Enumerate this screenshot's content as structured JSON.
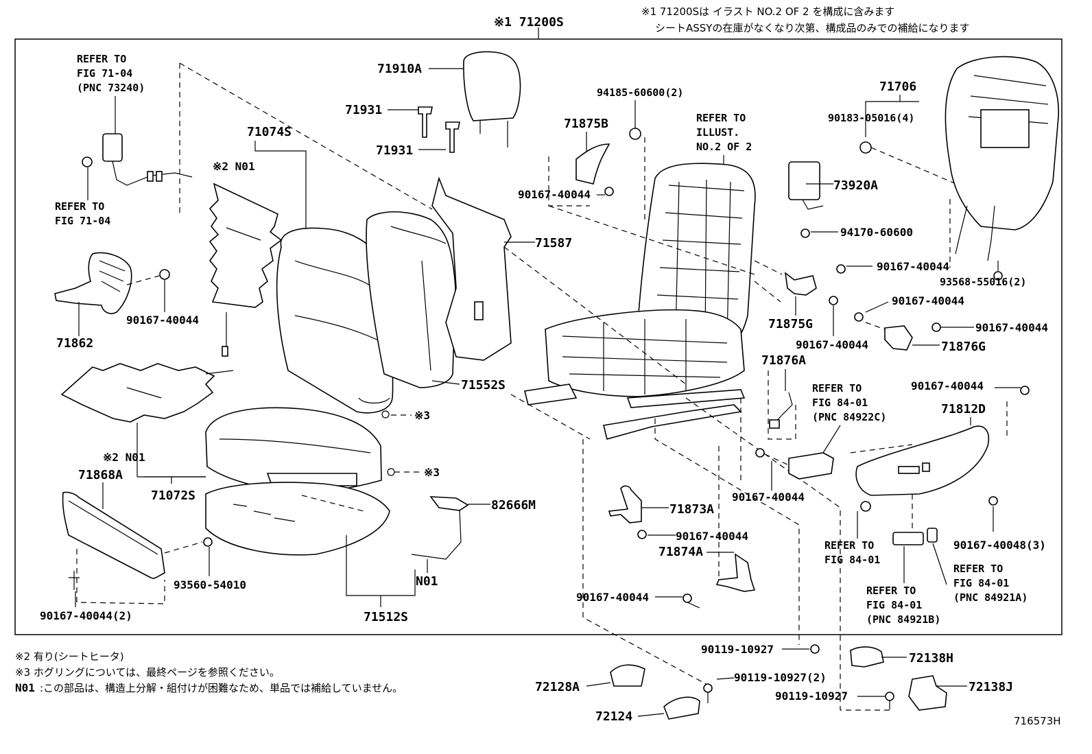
{
  "header": {
    "main_assy": "※1 71200S",
    "note1_line1": "※1 71200Sは  イラスト  NO.2  OF  2  を構成に含みます",
    "note1_line2": "シートASSYの在庫がなくなり次第、構成品のみでの補給になります"
  },
  "refs": {
    "fig7104_top": [
      "REFER TO",
      "FIG 71-04",
      "(PNC 73240)"
    ],
    "fig7104_left": [
      "REFER TO",
      "FIG 71-04"
    ],
    "illust2": [
      "REFER TO",
      "ILLUST.",
      "NO.2 OF 2"
    ],
    "fig8401_pnc84922c": [
      "REFER TO",
      "FIG 84-01",
      "(PNC 84922C)"
    ],
    "fig8401_plain": [
      "REFER TO",
      "FIG 84-01"
    ],
    "fig8401_pnc84921b": [
      "REFER TO",
      "FIG 84-01",
      "(PNC 84921B)"
    ],
    "fig8401_pnc84921a": [
      "REFER TO",
      "FIG 84-01",
      "(PNC 84921A)"
    ]
  },
  "parts": {
    "p71910A": "71910A",
    "p71931a": "71931",
    "p71931b": "71931",
    "p71074S": "71074S",
    "pN01a": "※2 N01",
    "p71587": "71587",
    "p71552S": "71552S",
    "p71862": "71862",
    "p90167_40044_a": "90167-40044",
    "p94185": "94185-60600(2)",
    "p71875B": "71875B",
    "p90167_40044_b": "90167-40044",
    "p71706": "71706",
    "p90183": "90183-05016(4)",
    "p73920A": "73920A",
    "p94170": "94170-60600",
    "p90167_40044_c": "90167-40044",
    "p93568": "93568-55016(2)",
    "p90167_40044_d": "90167-40044",
    "p71875G": "71875G",
    "p90167_40044_e": "90167-40044",
    "p90167_40044_f": "90167-40044",
    "p71876G": "71876G",
    "p71876A": "71876A",
    "p90167_40044_g": "90167-40044",
    "p71812D": "71812D",
    "p90167_40044_h": "90167-40044",
    "p90167_40048": "90167-40048(3)",
    "pX3a": "※3",
    "pX3b": "※3",
    "pN01b": "※2 N01",
    "p71868A": "71868A",
    "p71072S": "71072S",
    "p82666M": "82666M",
    "p71873A": "71873A",
    "p90167_40044_i": "90167-40044",
    "p71874A": "71874A",
    "p90167_40044_j": "90167-40044",
    "p93560": "93560-54010",
    "pN01c": "N01",
    "p71512S": "71512S",
    "p90167_40044_2": "90167-40044(2)",
    "p90119_a": "90119-10927",
    "p72138H": "72138H",
    "p90119_b": "90119-10927(2)",
    "p72128A": "72128A",
    "p90119_c": "90119-10927",
    "p72138J": "72138J",
    "p72124": "72124"
  },
  "footer_notes": {
    "n2": "※2 有り(シートヒータ)",
    "n3": "※3 ホグリングについては、最終ページを参照ください。",
    "n01_code": "N01",
    "n01_text": ":この部品は、構造上分解・組付けが困難なため、単品では補給していません。",
    "illustration_id": "716573H"
  }
}
